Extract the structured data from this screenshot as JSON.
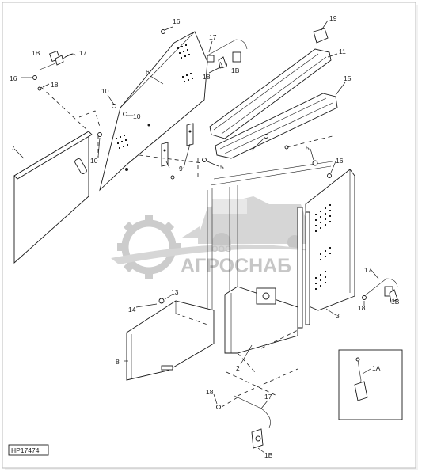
{
  "figure_id": "HP17474",
  "watermark": {
    "small": "ООО",
    "large": "АГРОСНАБ"
  },
  "callouts": [
    {
      "id": "c-19",
      "text": "19"
    },
    {
      "id": "c-11",
      "text": "11"
    },
    {
      "id": "c-15",
      "text": "15"
    },
    {
      "id": "c-16a",
      "text": "16"
    },
    {
      "id": "c-17a",
      "text": "17"
    },
    {
      "id": "c-18a",
      "text": "18"
    },
    {
      "id": "c-1Ba",
      "text": "1B"
    },
    {
      "id": "c-6",
      "text": "6"
    },
    {
      "id": "c-1Bb",
      "text": "1B"
    },
    {
      "id": "c-17b",
      "text": "17"
    },
    {
      "id": "c-16b",
      "text": "16"
    },
    {
      "id": "c-18b",
      "text": "18"
    },
    {
      "id": "c-10a",
      "text": "10"
    },
    {
      "id": "c-10b",
      "text": "10"
    },
    {
      "id": "c-10c",
      "text": "10"
    },
    {
      "id": "c-7",
      "text": "7"
    },
    {
      "id": "c-9",
      "text": "9"
    },
    {
      "id": "c-5a",
      "text": "5"
    },
    {
      "id": "c-5b",
      "text": "5"
    },
    {
      "id": "c-16c",
      "text": "16"
    },
    {
      "id": "c-17c",
      "text": "17"
    },
    {
      "id": "c-18c",
      "text": "18"
    },
    {
      "id": "c-1Bc",
      "text": "1B"
    },
    {
      "id": "c-3",
      "text": "3"
    },
    {
      "id": "c-13",
      "text": "13"
    },
    {
      "id": "c-14",
      "text": "14"
    },
    {
      "id": "c-8",
      "text": "8"
    },
    {
      "id": "c-2",
      "text": "2"
    },
    {
      "id": "c-1A",
      "text": "1A"
    },
    {
      "id": "c-18d",
      "text": "18"
    },
    {
      "id": "c-17d",
      "text": "17"
    },
    {
      "id": "c-1Bd",
      "text": "1B"
    }
  ]
}
